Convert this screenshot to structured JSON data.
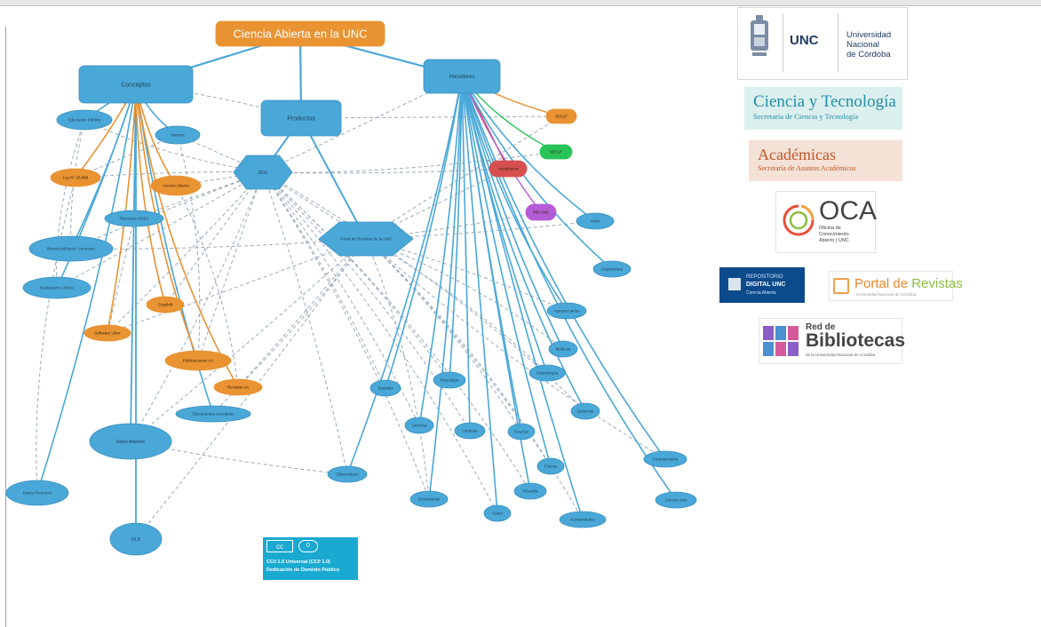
{
  "diagram": {
    "colors": {
      "blue": "#4aa8d8",
      "orange": "#e99333",
      "green": "#28c45a",
      "purple": "#b35cd6",
      "red": "#d65050",
      "dashed": "#9aaab8"
    },
    "nodes": [
      {
        "id": "root",
        "label": "Ciencia Abierta en la UNC",
        "shape": "rect",
        "color": "orange"
      },
      {
        "id": "conceptos",
        "label": "Conceptos",
        "shape": "rect",
        "color": "blue"
      },
      {
        "id": "productos",
        "label": "Productos",
        "shape": "rect",
        "color": "blue"
      },
      {
        "id": "hacedores",
        "label": "Hacedores",
        "shape": "rect",
        "color": "blue"
      },
      {
        "id": "rdu",
        "label": "RDU",
        "shape": "hex",
        "color": "blue"
      },
      {
        "id": "portal",
        "label": "Portal de Revistas de la UNC",
        "shape": "hex",
        "color": "blue"
      },
      {
        "id": "educacion",
        "label": "Educación Pública",
        "shape": "ellipse",
        "color": "blue"
      },
      {
        "id": "internet",
        "label": "Internet",
        "shape": "ellipse",
        "color": "blue"
      },
      {
        "id": "ley",
        "label": "Ley N° 26.899",
        "shape": "ellipse",
        "color": "orange"
      },
      {
        "id": "acceso",
        "label": "Acceso Abierto",
        "shape": "ellipse",
        "color": "orange"
      },
      {
        "id": "recursos",
        "label": "Recursos ODEA",
        "shape": "ellipse",
        "color": "blue"
      },
      {
        "id": "bienes",
        "label": "Bienes públicos / comunes",
        "shape": "ellipse",
        "color": "blue"
      },
      {
        "id": "evaluacion",
        "label": "Evaluación CONAI",
        "shape": "ellipse",
        "color": "blue"
      },
      {
        "id": "copyleft",
        "label": "Copyleft",
        "shape": "ellipse",
        "color": "orange"
      },
      {
        "id": "software",
        "label": "Software Libre",
        "shape": "ellipse",
        "color": "orange"
      },
      {
        "id": "publicaciones",
        "label": "Publicaciones AA",
        "shape": "ellipse",
        "color": "orange"
      },
      {
        "id": "revistas",
        "label": "Revistas AA",
        "shape": "ellipse",
        "color": "orange"
      },
      {
        "id": "documentos",
        "label": "Documentos Asociados",
        "shape": "ellipse",
        "color": "blue"
      },
      {
        "id": "datos",
        "label": "Datos Abiertos",
        "shape": "ellipse",
        "color": "blue"
      },
      {
        "id": "datospersonas",
        "label": "Datos Personas",
        "shape": "ellipse",
        "color": "blue"
      },
      {
        "id": "rls",
        "label": "RLS",
        "shape": "ellipse",
        "color": "blue"
      },
      {
        "id": "secyt",
        "label": "SECyT",
        "shape": "pill",
        "color": "orange"
      },
      {
        "id": "vinc",
        "label": "SECyT",
        "shape": "pill",
        "color": "green"
      },
      {
        "id": "academica",
        "label": "Académica",
        "shape": "pill",
        "color": "red"
      },
      {
        "id": "bibunc",
        "label": "BIB UNC",
        "shape": "pill",
        "color": "purple"
      },
      {
        "id": "artes",
        "label": "Artes",
        "shape": "ellipse",
        "color": "blue"
      },
      {
        "id": "arquitectura",
        "label": "Arquitectura",
        "shape": "ellipse",
        "color": "blue"
      },
      {
        "id": "agropecuarias",
        "label": "Agropecuarias",
        "shape": "ellipse",
        "color": "blue"
      },
      {
        "id": "medicas",
        "label": "Médicas",
        "shape": "ellipse",
        "color": "blue"
      },
      {
        "id": "odontologia",
        "label": "Odontología",
        "shape": "ellipse",
        "color": "blue"
      },
      {
        "id": "quimicas",
        "label": "Químicas",
        "shape": "ellipse",
        "color": "blue"
      },
      {
        "id": "sociales",
        "label": "Sociales",
        "shape": "ellipse",
        "color": "blue"
      },
      {
        "id": "psicologia",
        "label": "Psicología",
        "shape": "ellipse",
        "color": "blue"
      },
      {
        "id": "derecho",
        "label": "Derecho",
        "shape": "ellipse",
        "color": "blue"
      },
      {
        "id": "lenguas",
        "label": "Lenguas",
        "shape": "ellipse",
        "color": "blue"
      },
      {
        "id": "exactas",
        "label": "Exactas",
        "shape": "ellipse",
        "color": "blue"
      },
      {
        "id": "fisicas",
        "label": "Físicas",
        "shape": "ellipse",
        "color": "blue"
      },
      {
        "id": "filosofia",
        "label": "Filosofía",
        "shape": "ellipse",
        "color": "blue"
      },
      {
        "id": "economicas",
        "label": "Económicas",
        "shape": "ellipse",
        "color": "blue"
      },
      {
        "id": "salud",
        "label": "Salud",
        "shape": "ellipse",
        "color": "blue"
      },
      {
        "id": "humanidades",
        "label": "Humanidades",
        "shape": "ellipse",
        "color": "blue"
      },
      {
        "id": "comunicacion",
        "label": "Comunicación",
        "shape": "ellipse",
        "color": "blue"
      },
      {
        "id": "cienciaviva",
        "label": "Ciencia Viva",
        "shape": "ellipse",
        "color": "blue"
      },
      {
        "id": "observatorio",
        "label": "Observatorio",
        "shape": "ellipse",
        "color": "blue"
      }
    ]
  },
  "logos": {
    "unc": {
      "abbr": "UNC",
      "name_1": "Universidad",
      "name_2": "Nacional",
      "name_3": "de Córdoba"
    },
    "cyt": {
      "title": "Ciencia y Tecnología",
      "subtitle": "Secretaría de Ciencia y Tecnología"
    },
    "academicas": {
      "title": "Académicas",
      "subtitle": "Secretaría de Asuntos Académicos"
    },
    "oca": {
      "title": "OCA",
      "sub_1": "Oficina de",
      "sub_2": "Conocimiento",
      "sub_3": "Abierto | UNC"
    },
    "rdu": {
      "line_1": "REPOSITORIO",
      "line_2": "DIGITAL UNC",
      "line_3": "Ciencia Abierta"
    },
    "portal": {
      "title_a": "Portal de ",
      "title_b": "Revistas",
      "subtitle": "Universidad Nacional de Córdoba"
    },
    "bibliotecas": {
      "line_1": "Red de",
      "line_2": "Bibliotecas",
      "line_3": "de la Universidad Nacional de Córdoba"
    },
    "license": {
      "badge": "cc",
      "icons": "0",
      "line_1": "CC0 1.0 Universal (CC0 1.0)",
      "line_2": "Dedicación de Dominio Público"
    }
  }
}
